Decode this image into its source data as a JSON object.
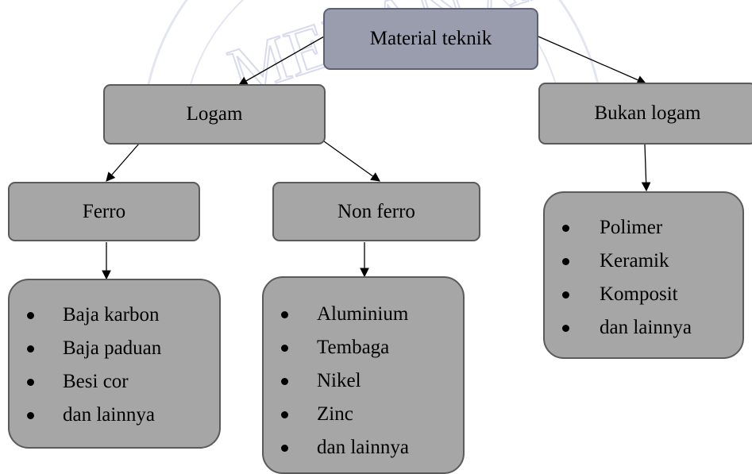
{
  "diagram": {
    "root": "Material teknik",
    "logam": "Logam",
    "bukan_logam": "Bukan logam",
    "ferro": "Ferro",
    "non_ferro": "Non ferro",
    "ferro_items": [
      "Baja karbon",
      "Baja paduan",
      "Besi cor",
      "dan lainnya"
    ],
    "non_ferro_items": [
      "Aluminium",
      "Tembaga",
      "Nikel",
      "Zinc",
      "dan lainnya"
    ],
    "bukan_logam_items": [
      "Polimer",
      "Keramik",
      "Komposit",
      "dan lainnya"
    ]
  },
  "watermark": {
    "text": "MEDAN AREA"
  },
  "colors": {
    "box_fill": "#a6a6a6",
    "root_fill": "#9a9dae",
    "border": "#5a5a5a",
    "watermark": "#d9dbec"
  }
}
